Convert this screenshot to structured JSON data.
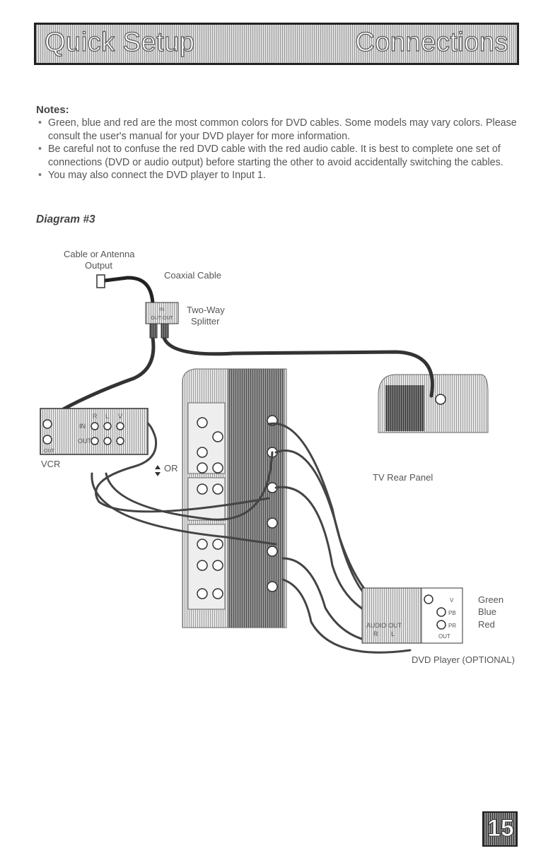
{
  "header": {
    "left_title": "Quick Setup",
    "right_title": "Connections"
  },
  "notes": {
    "title": "Notes:",
    "items": [
      "Green, blue and red are the most common colors for DVD cables. Some models may vary colors. Please consult the user's manual for your DVD player for more information.",
      "Be careful not to confuse the red DVD cable with the red audio cable. It is best to complete one set of connections (DVD or audio output) before starting the other to avoid accidentally switching the cables.",
      "You may also connect the DVD player to Input 1."
    ]
  },
  "diagram": {
    "title": "Diagram #3",
    "labels": {
      "cable_line1": "Cable or Antenna",
      "cable_line2": "Output",
      "coaxial": "Coaxial Cable",
      "splitter_line1": "Two-Way",
      "splitter_line2": "Splitter",
      "splitter_in": "IN",
      "splitter_out": "OUT OUT",
      "vcr": "VCR",
      "vcr_in": "IN",
      "vcr_out": "OUT",
      "vcr_out2": "OUT",
      "vcr_r": "R",
      "vcr_l": "L",
      "vcr_v": "V",
      "or": "OR",
      "tv_rear": "TV Rear Panel",
      "green": "Green",
      "blue": "Blue",
      "red": "Red",
      "dvd_v": "V",
      "dvd_pb": "PB",
      "dvd_pr": "PR",
      "dvd_audio": "AUDIO OUT",
      "dvd_r": "R",
      "dvd_l": "L",
      "dvd_out": "OUT",
      "dvd_player": "DVD Player (OPTIONAL)"
    }
  },
  "page": {
    "number": "15"
  }
}
